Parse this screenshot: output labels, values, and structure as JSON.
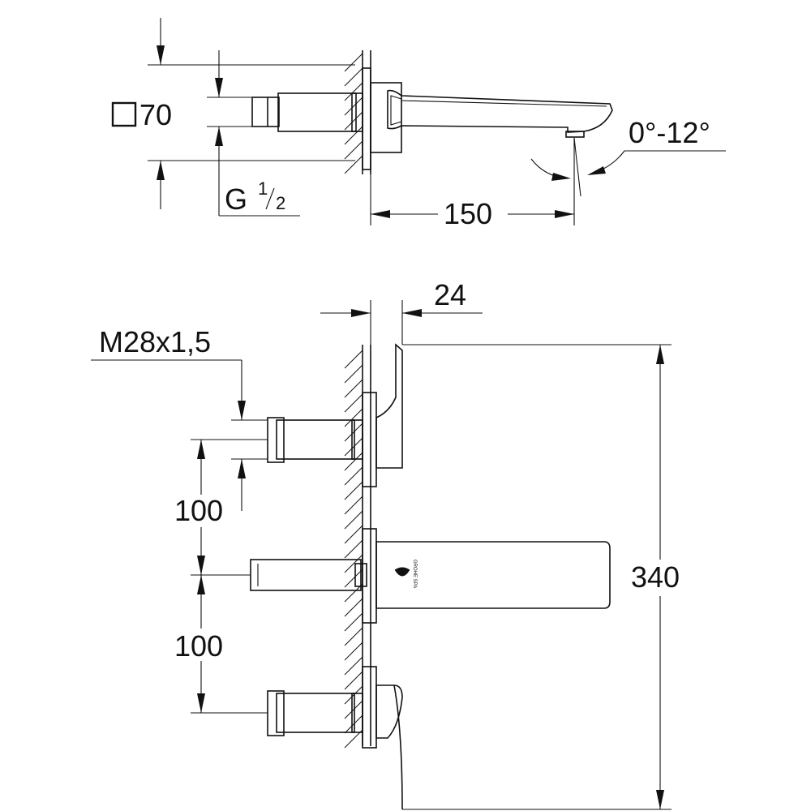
{
  "drawing": {
    "top_view": {
      "square_size_label": "70",
      "thread_label_main": "G",
      "thread_fraction_num": "1",
      "thread_fraction_den": "2",
      "projection_label": "150",
      "angle_label": "0°-12°"
    },
    "front_view": {
      "rosette_thickness_label": "24",
      "thread_label": "M28x1,5",
      "spacing_upper_label": "100",
      "spacing_lower_label": "100",
      "total_height_label": "340",
      "logo_text": "GROHE SPA"
    },
    "colors": {
      "line": "#111111",
      "background": "#ffffff"
    }
  }
}
